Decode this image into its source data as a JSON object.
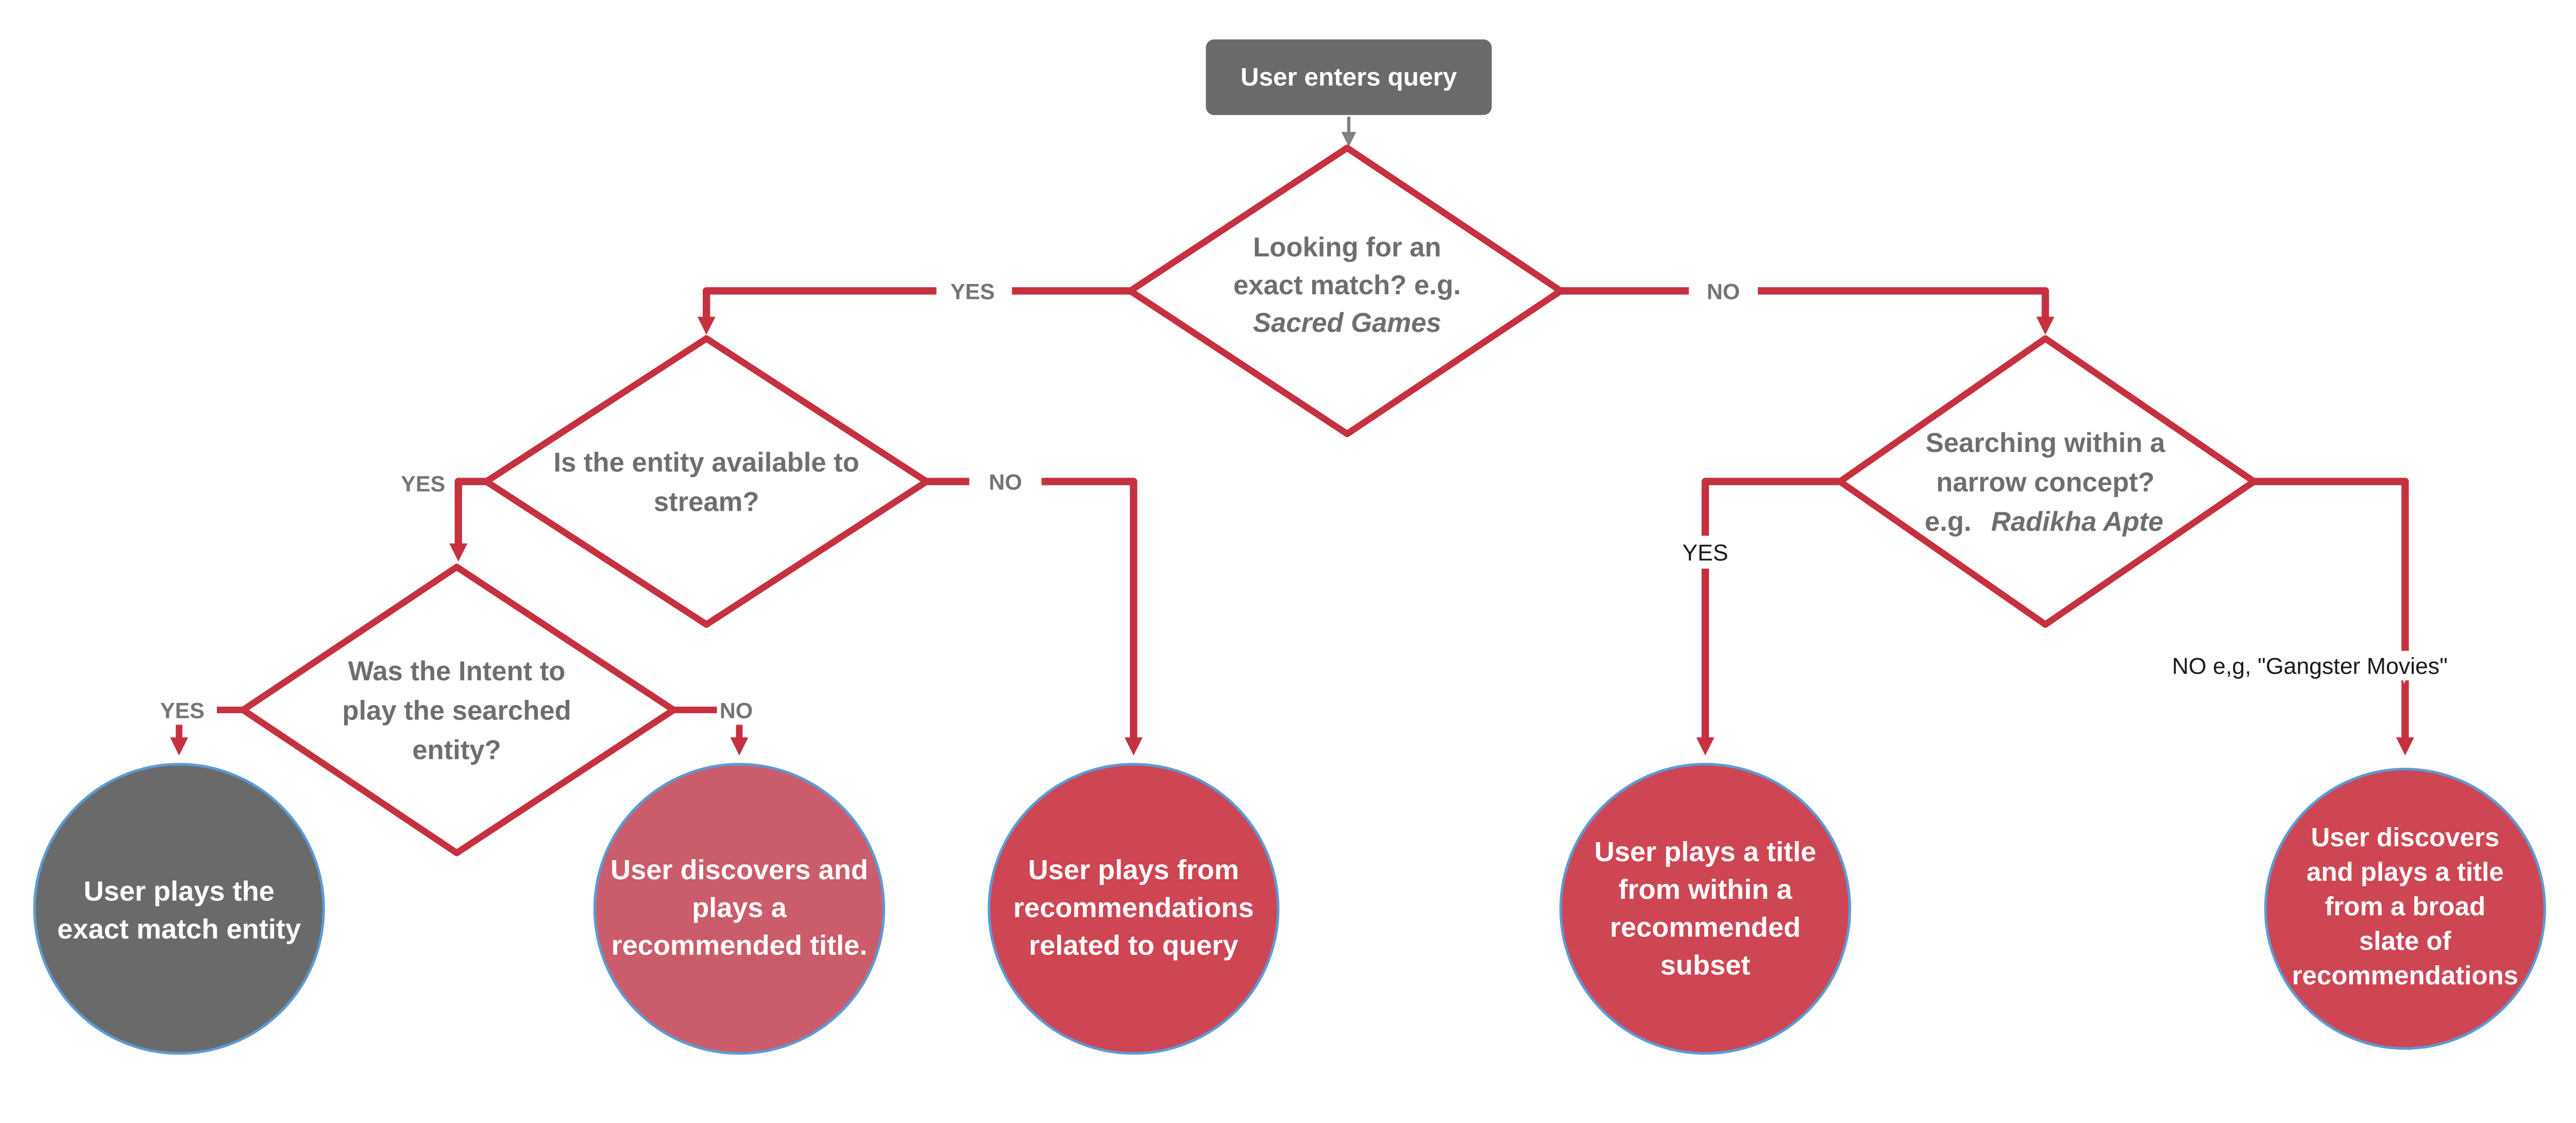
{
  "flowchart": {
    "start": {
      "label": "User enters query"
    },
    "decisions": {
      "exact_match": {
        "line1": "Looking for an",
        "line2": "exact match?  e.g.",
        "line3_italic": "Sacred Games"
      },
      "available": {
        "line1": "Is the entity available to",
        "line2": "stream?"
      },
      "intent": {
        "line1": "Was the Intent to",
        "line2": "play the searched",
        "line3": "entity?"
      },
      "narrow": {
        "line1": "Searching within a",
        "line2": "narrow concept?",
        "line3_prefix": "e.g.",
        "line3_italic": "Radikha Apte"
      }
    },
    "outcomes": {
      "exact_play": {
        "line1": "User plays the",
        "line2": "exact match entity"
      },
      "discover_play": {
        "line1": "User discovers and",
        "line2": "plays a",
        "line3": "recommended title."
      },
      "related_play": {
        "line1": "User plays from",
        "line2": "recommendations",
        "line3": "related to query"
      },
      "subset_play": {
        "line1": "User  plays a title",
        "line2": "from within a",
        "line3": "recommended",
        "line4": "subset"
      },
      "broad_play": {
        "line1": "User discovers",
        "line2": "and plays a title",
        "line3": "from a broad",
        "line4": "slate of",
        "line5": "recommendations"
      }
    },
    "labels": {
      "exact_match_yes": "YES",
      "exact_match_no": "NO",
      "available_yes": "YES",
      "available_no": "NO",
      "intent_yes": "YES",
      "intent_no": "NO",
      "narrow_yes": "YES",
      "narrow_no": "NO e,g, \"Gangster Movies\""
    },
    "colors": {
      "edge_red": "#C5313F",
      "node_crimson": "#CE4553",
      "node_rose": "#CB5C6B",
      "node_gray": "#6A6A6A",
      "circle_border_blue": "#5B9BD5",
      "diamond_text_gray": "#6E6E6E",
      "label_gray": "#757575",
      "label_black": "#1A1A1A",
      "start_arrow_gray": "#808080"
    }
  }
}
